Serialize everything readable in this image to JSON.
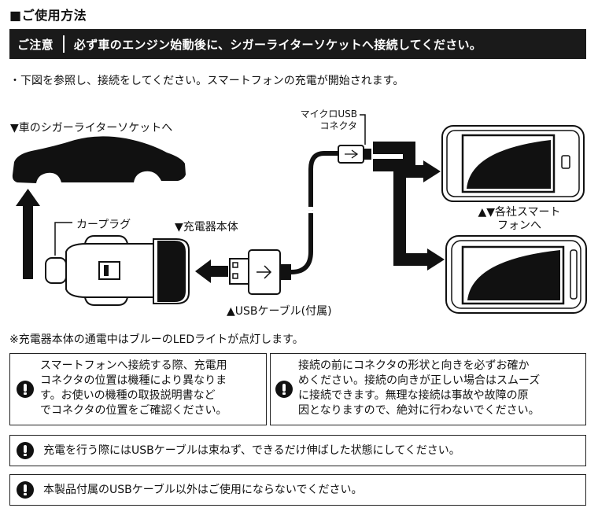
{
  "title": "■ご使用方法",
  "banner": {
    "label": "ご注意",
    "text": "必ず車のエンジン始動後に、シガーライターソケットへ接続してください。"
  },
  "intro": "・下図を参照し、接続をしてください。スマートフォンの充電が開始されます。",
  "diagram": {
    "car_socket_label": "▼車のシガーライターソケットへ",
    "car_plug_label": "カープラグ",
    "charger_label": "▼充電器本体",
    "micro_usb_line1": "マイクロUSB",
    "micro_usb_line2": "コネクタ",
    "usb_cable_label": "▲USBケーブル(付属)",
    "phones_line1": "▲▼各社スマート",
    "phones_line2": "フォンへ"
  },
  "led_note": "※充電器本体の通電中はブルーのLEDライトが点灯します。",
  "warnings": {
    "left": [
      "スマートフォンへ接続する際、充電用",
      "コネクタの位置は機種により異なりま",
      "す。お使いの機種の取扱説明書など",
      "でコネクタの位置をご確認ください。"
    ],
    "right": [
      "接続の前にコネクタの形状と向きを必ずお確か",
      "めください。接続の向きが正しい場合はスムーズ",
      "に接続できます。無理な接続は事故や故障の原",
      "因となりますので、絶対に行わないでください。"
    ],
    "cable": "充電を行う際にはUSBケーブルは束ねず、できるだけ伸ばした状態にしてください。",
    "included": "本製品付属のUSBケーブル以外はご使用にならないでください。"
  }
}
